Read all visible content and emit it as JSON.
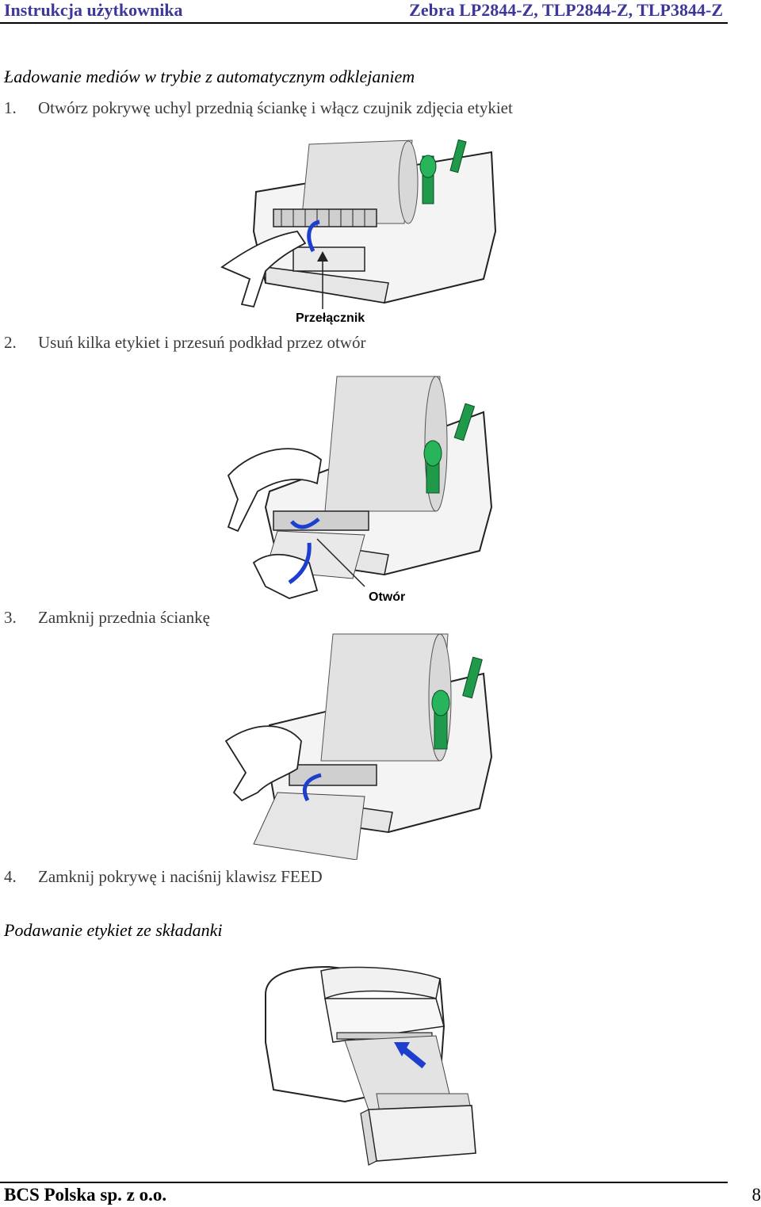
{
  "header": {
    "left": "Instrukcja użytkownika",
    "right": "Zebra LP2844-Z, TLP2844-Z, TLP3844-Z"
  },
  "sections": {
    "peel_title": "Ładowanie mediów w trybie z automatycznym odklejaniem",
    "fanfold_title": "Podawanie etykiet ze składanki"
  },
  "steps": [
    {
      "number": "1.",
      "text": "Otwórz pokrywę uchyl przednią ściankę i włącz czujnik zdjęcia etykiet"
    },
    {
      "number": "2.",
      "text": "Usuń kilka etykiet i przesuń podkład przez otwór"
    },
    {
      "number": "3.",
      "text": "Zamknij przednia ściankę"
    },
    {
      "number": "4.",
      "text": "Zamknij pokrywę i naciśnij klawisz FEED"
    }
  ],
  "figures": {
    "fig1_label": "Przełącznik",
    "fig2_label": "Otwór"
  },
  "colors": {
    "accent_green": "#1f9a4a",
    "arrow_blue": "#1c3fcf",
    "header_blue": "#3c3799",
    "media_gray": "#e2e2e2"
  },
  "footer": {
    "company": "BCS Polska sp. z o.o.",
    "page_number": "8"
  }
}
